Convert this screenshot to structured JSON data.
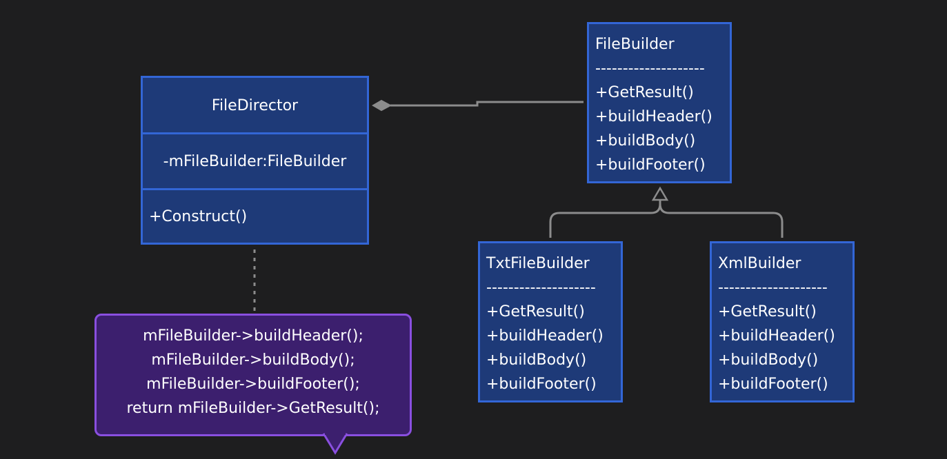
{
  "file_director": {
    "name": "FileDirector",
    "attribute": "-mFileBuilder:FileBuilder",
    "operation": "+Construct()"
  },
  "file_builder": {
    "name": "FileBuilder",
    "separator": "--------------------",
    "methods": [
      "+GetResult()",
      "+buildHeader()",
      "+buildBody()",
      "+buildFooter()"
    ]
  },
  "txt_file_builder": {
    "name": "TxtFileBuilder",
    "separator": "--------------------",
    "methods": [
      "+GetResult()",
      "+buildHeader()",
      "+buildBody()",
      "+buildFooter()"
    ]
  },
  "xml_builder": {
    "name": "XmlBuilder",
    "separator": "--------------------",
    "methods": [
      "+GetResult()",
      "+buildHeader()",
      "+buildBody()",
      "+buildFooter()"
    ]
  },
  "note": {
    "lines": [
      "mFileBuilder->buildHeader();",
      "mFileBuilder->buildBody();",
      "mFileBuilder->buildFooter();",
      "return mFileBuilder->GetResult();"
    ]
  },
  "colors": {
    "background": "#1e1e1f",
    "class_fill": "#1e3a78",
    "class_border": "#3366d6",
    "note_fill": "#3c1f6e",
    "note_border": "#8a4fe0",
    "connector": "#8c8c8c"
  }
}
